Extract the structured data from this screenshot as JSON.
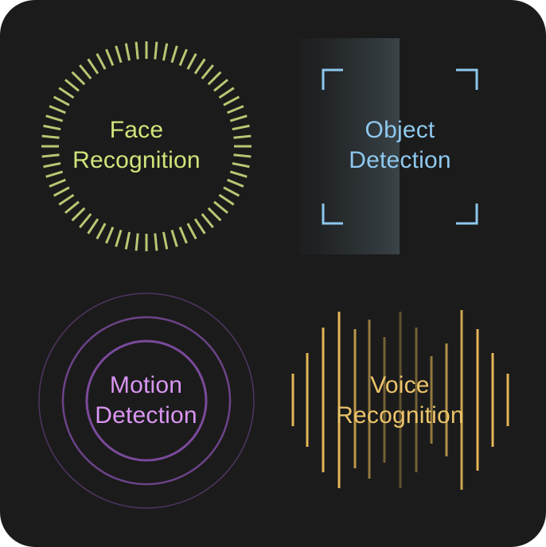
{
  "features": {
    "face": {
      "line1": "Face",
      "line2": "Recognition",
      "color": "#cfe57a"
    },
    "object": {
      "line1": "Object",
      "line2": "Detection",
      "color": "#8ec8ee"
    },
    "motion": {
      "line1": "Motion",
      "line2": "Detection",
      "color": "#d996f2"
    },
    "voice": {
      "line1": "Voice",
      "line2": "Recognition",
      "color": "#ecc46a"
    }
  },
  "colors": {
    "background": "#1b1b1b",
    "face_ticks": "#b7c873",
    "object_corners": "#8ec8ee",
    "motion_rings": "#7a4a9b",
    "voice_bars": "#e3b656"
  }
}
